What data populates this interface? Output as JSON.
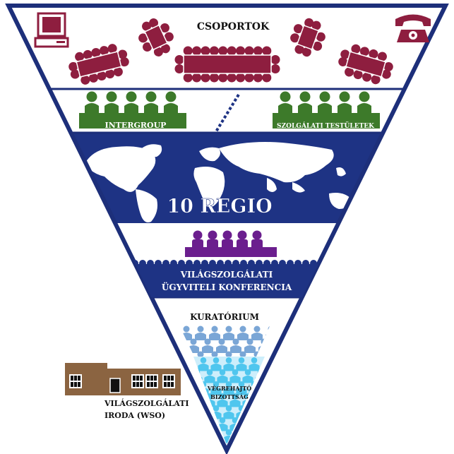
{
  "levels": {
    "groups": "CSOPORTOK",
    "intergroup": "INTERGROUP",
    "service_boards": "SZOLGÁLATI TESTÜLETEK",
    "regions": "10 REGIO",
    "conference_line1": "VILÁGSZOLGÁLATI",
    "conference_line2": "ÜGYVITELI KONFERENCIA",
    "trustees": "KURATÓRIUM",
    "executive_line1": "VÉGREHAJTÓ",
    "executive_line2": "BIZOTTSÁG",
    "wso_line1": "VILÁGSZOLGÁLATI",
    "wso_line2": "IRODA (WSO)"
  },
  "colors": {
    "outline": "#1d2f7a",
    "navy": "#1e3384",
    "maroon": "#8e1e3f",
    "green": "#3d7a2a",
    "purple": "#6b1e8e",
    "light_blue": "#7aa6d6",
    "cyan": "#4fc6ee",
    "brown": "#8b6441"
  }
}
